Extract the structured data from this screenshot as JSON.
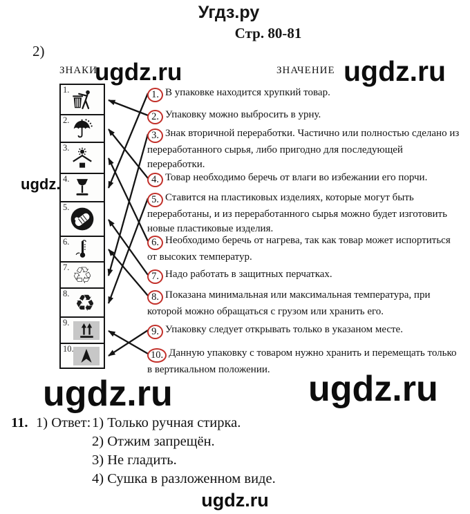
{
  "page": {
    "site_title": "Угдз.ру",
    "page_ref": "Стр. 80-81",
    "task_label": "2)",
    "footer": "ugdz.ru"
  },
  "watermark": {
    "text": "ugdz.ru"
  },
  "columns": {
    "signs_header": "ЗНАКИ",
    "meaning_header": "ЗНАЧЕНИЕ"
  },
  "symbols": [
    {
      "num": "1.",
      "icon": "tidyman-throw-in-bin"
    },
    {
      "num": "2.",
      "icon": "umbrella-keep-dry"
    },
    {
      "num": "3.",
      "icon": "keep-away-from-sunlight"
    },
    {
      "num": "4.",
      "icon": "fragile-glass"
    },
    {
      "num": "5.",
      "icon": "protective-gloves"
    },
    {
      "num": "6.",
      "icon": "thermometer"
    },
    {
      "num": "7.",
      "icon": "recycling-mobius-loop",
      "glyph": "♲"
    },
    {
      "num": "8.",
      "icon": "recycled-arrows",
      "glyph": "♻"
    },
    {
      "num": "9.",
      "icon": "this-way-up-arrows"
    },
    {
      "num": "10.",
      "icon": "upright-arrow"
    }
  ],
  "meanings": [
    {
      "num": "1.",
      "text": "В упаковке находится хрупкий товар."
    },
    {
      "num": "2.",
      "text": "Упаковку можно выбросить в урну."
    },
    {
      "num": "3.",
      "text": "Знак вторичной переработки. Частично или полностью сделано из переработанного сырья, либо пригодно для последующей переработки."
    },
    {
      "num": "4.",
      "text": "Товар необходимо беречь от влаги во избежании его порчи."
    },
    {
      "num": "5.",
      "text": "Ставится на пластиковых изделиях, которые могут быть переработаны, и из переработанного сырья можно будет изготовить новые пластиковые изделия."
    },
    {
      "num": "6.",
      "text": "Необходимо беречь от нагрева, так как товар может испортиться от высоких температур."
    },
    {
      "num": "7.",
      "text": "Надо работать в защитных перчатках."
    },
    {
      "num": "8.",
      "text": "Показана минимальная или максимальная температура, при которой можно обращаться с грузом или хранить его."
    },
    {
      "num": "9.",
      "text": "Упаковку следует открывать только в указаном месте."
    },
    {
      "num": "10.",
      "text": "Данную упаковку с товаром нужно хранить и перемещать только в вертикальном положении."
    }
  ],
  "connections": [
    {
      "meaning": 1,
      "symbol": 4
    },
    {
      "meaning": 2,
      "symbol": 1
    },
    {
      "meaning": 3,
      "symbol": 7
    },
    {
      "meaning": 4,
      "symbol": 2
    },
    {
      "meaning": 5,
      "symbol": 8
    },
    {
      "meaning": 6,
      "symbol": 3
    },
    {
      "meaning": 7,
      "symbol": 5
    },
    {
      "meaning": 8,
      "symbol": 6
    },
    {
      "meaning": 9,
      "symbol": 10
    },
    {
      "meaning": 10,
      "symbol": 9
    }
  ],
  "task11": {
    "number": "11.",
    "prefix": "1) Ответ:",
    "answers": [
      "1) Только ручная стирка.",
      "2) Отжим запрещён.",
      "3) Не гладить.",
      "4) Сушка в разложенном виде."
    ]
  },
  "colors": {
    "circle_red": "#c2302a",
    "symbol_gray_bg": "#c7c7c7",
    "ink": "#141414"
  }
}
